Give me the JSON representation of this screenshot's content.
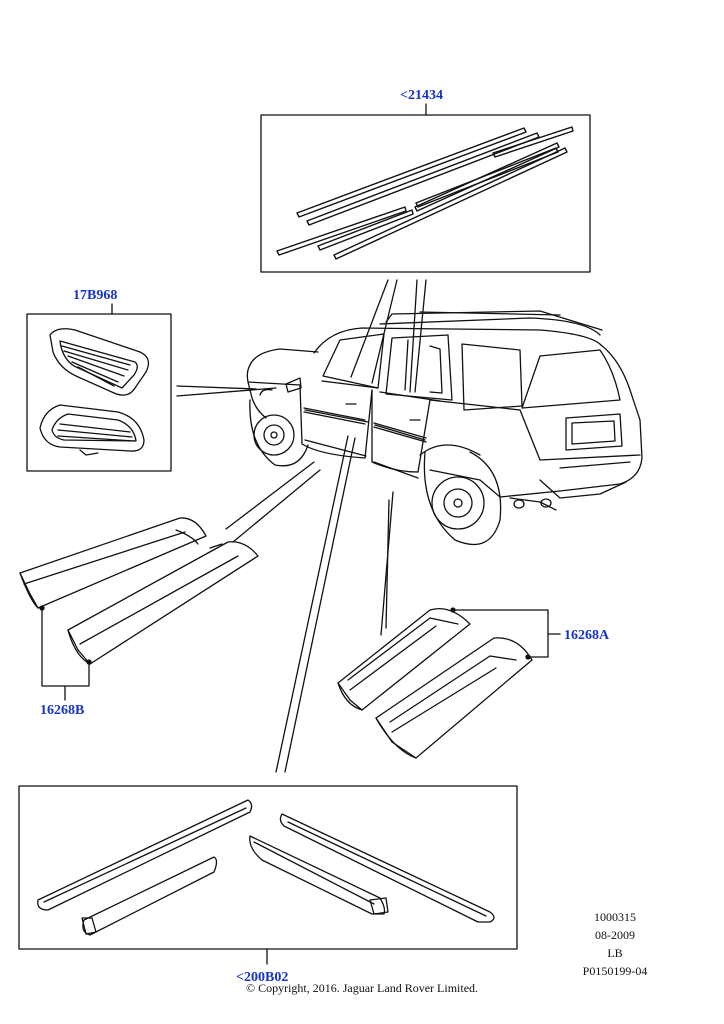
{
  "callouts": {
    "door_moulding_kit": "<21434",
    "side_vent": "17B968",
    "front_door_trim": "16268B",
    "rear_door_trim": "16268A",
    "lower_cladding_kit": "<200B02"
  },
  "meta": {
    "ref": "1000315",
    "date": "08-2009",
    "code": "LB",
    "illustration": "P0150199-04"
  },
  "copyright": "© Copyright, 2016. Jaguar Land Rover Limited.",
  "colors": {
    "callout": "#1533c8",
    "line": "#111111"
  },
  "icons": [
    "vehicle-illustration",
    "moulding-strip",
    "side-vent-grille",
    "door-trim-panel",
    "cladding-strip"
  ]
}
